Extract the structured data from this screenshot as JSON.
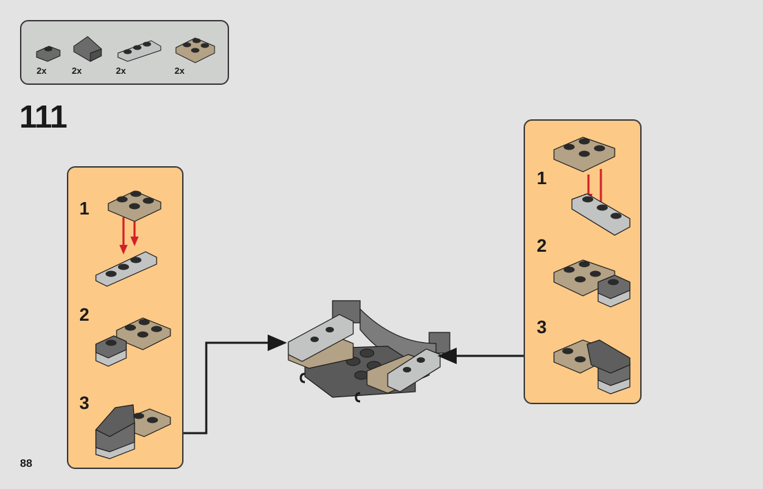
{
  "page": {
    "step_number": "111",
    "page_number": "88"
  },
  "parts_list": {
    "items": [
      {
        "name": "plate 1x1 dark gray",
        "qty": "2x",
        "color": "#6b6b6b"
      },
      {
        "name": "slope 2x2 dark gray",
        "qty": "2x",
        "color": "#6b6b6b"
      },
      {
        "name": "plate 1x3 light gray",
        "qty": "2x",
        "color": "#c2c3c3"
      },
      {
        "name": "plate 2x2 tan",
        "qty": "2x",
        "color": "#b3a285"
      }
    ]
  },
  "left_subassembly": {
    "steps": [
      {
        "number": "1",
        "description": "attach tan 2x2 plate onto light gray 1x3 plate"
      },
      {
        "number": "2",
        "description": "result with dark gray 1x1 plate on light gray"
      },
      {
        "number": "3",
        "description": "add dark gray slope"
      }
    ]
  },
  "right_subassembly": {
    "steps": [
      {
        "number": "1",
        "description": "attach tan 2x2 plate onto light gray 1x3 plate"
      },
      {
        "number": "2",
        "description": "result with dark gray 1x1 plate on light gray"
      },
      {
        "number": "3",
        "description": "add dark gray slope"
      }
    ]
  },
  "colors": {
    "panel_bg": "#fdc987",
    "page_bg": "#e3e3e3",
    "parts_bg": "#cfd1cf",
    "arrow_red": "#d2202a",
    "tan": "#b3a285",
    "light_gray": "#c2c3c3",
    "dark_gray": "#6b6b6b"
  }
}
